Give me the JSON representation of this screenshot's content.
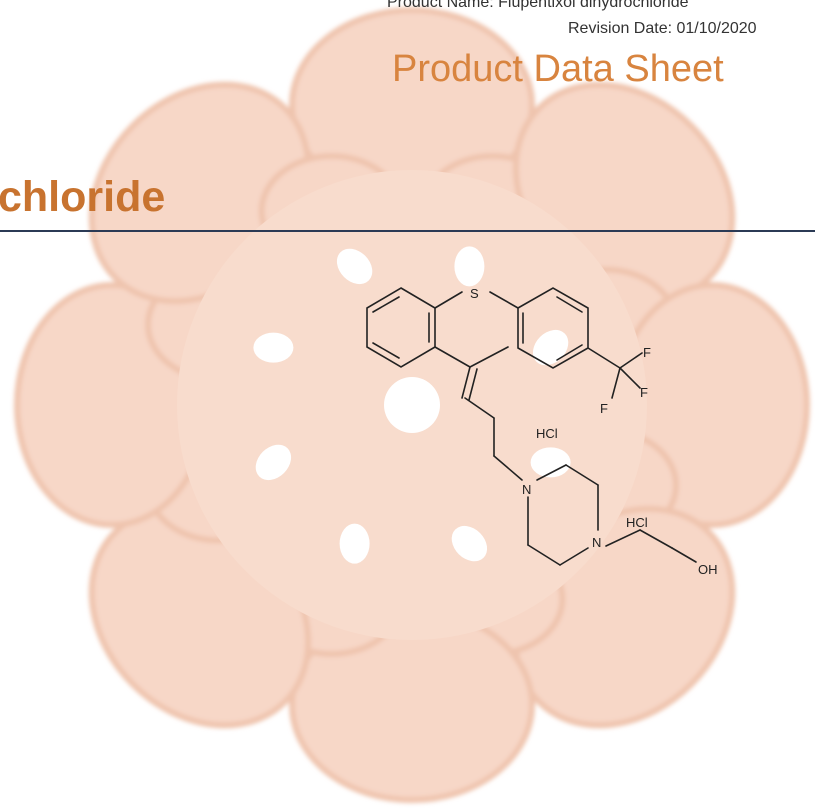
{
  "header": {
    "product_name_line": "Product Name: Flupentixol dihydrochloride",
    "revision_line": "Revision Date: 01/10/2020",
    "sheet_title": "Product Data Sheet"
  },
  "compound": {
    "title": "chloride"
  },
  "structure": {
    "atoms": {
      "sulfur": "S",
      "fluorine_1": "F",
      "fluorine_2": "F",
      "fluorine_3": "F",
      "nitrogen_1": "N",
      "nitrogen_2": "N",
      "hydroxyl": "OH",
      "salt_1": "HCl",
      "salt_2": "HCl"
    }
  },
  "colors": {
    "accent_orange": "#d8843f",
    "rule_navy": "#2b3a55",
    "watermark": "#f7d7c7"
  },
  "icons": {
    "watermark": "flower-logo-watermark"
  }
}
